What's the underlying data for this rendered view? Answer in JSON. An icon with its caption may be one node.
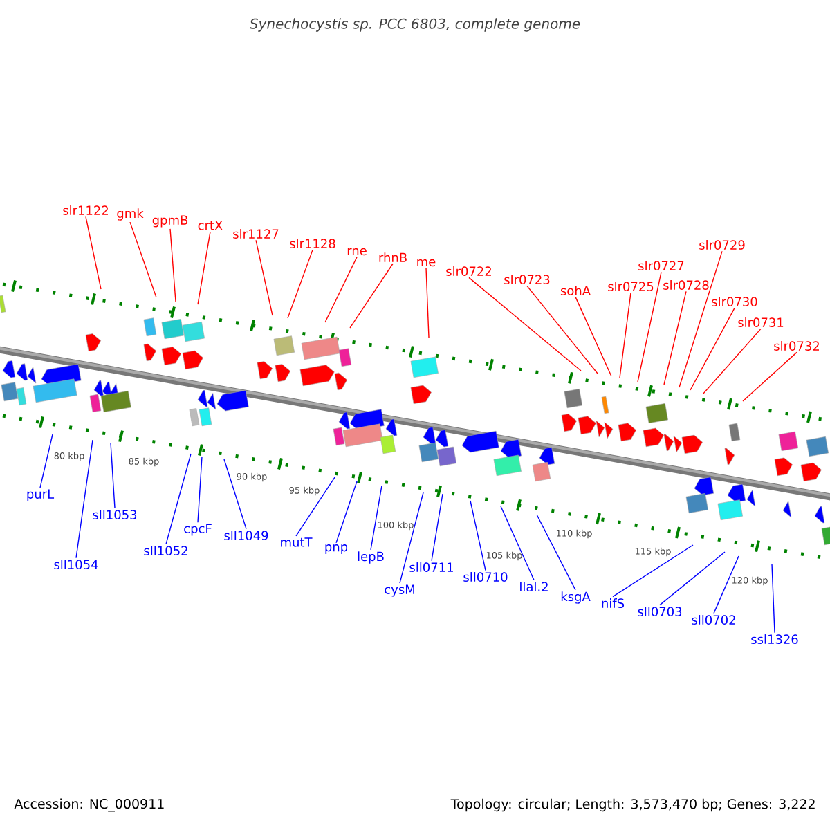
{
  "diagram": {
    "title": "Synechocystis sp. PCC 6803, complete genome",
    "nodes": [
      {
        "text": [
          "slr1122"
        ]
      },
      {
        "text": [
          "gmk"
        ]
      },
      {
        "text": [
          "gpmB"
        ]
      },
      {
        "text": [
          "crtX"
        ]
      },
      {
        "text": [
          "slr1127"
        ]
      },
      {
        "text": [
          "slr1128"
        ]
      },
      {
        "text": [
          "rne"
        ]
      },
      {
        "text": [
          "rhnB"
        ]
      },
      {
        "text": [
          "me"
        ]
      },
      {
        "text": [
          "slr0722"
        ]
      },
      {
        "text": [
          "slr0723"
        ]
      },
      {
        "text": [
          "sohA"
        ]
      },
      {
        "text": [
          "slr0725"
        ]
      },
      {
        "text": [
          "slr0727"
        ]
      },
      {
        "text": [
          "slr0728"
        ]
      },
      {
        "text": [
          "slr0729"
        ]
      },
      {
        "text": [
          "slr0730"
        ]
      },
      {
        "text": [
          "slr0731"
        ]
      },
      {
        "text": [
          "slr0732"
        ]
      },
      {
        "text": [
          "purL"
        ]
      },
      {
        "text": [
          "sll1054"
        ]
      },
      {
        "text": [
          "sll1053"
        ]
      },
      {
        "text": [
          "sll1052"
        ]
      },
      {
        "text": [
          "cpcF"
        ]
      },
      {
        "text": [
          "sll1049"
        ]
      },
      {
        "text": [
          "mutT"
        ]
      },
      {
        "text": [
          "pnp"
        ]
      },
      {
        "text": [
          "lepB"
        ]
      },
      {
        "text": [
          "cysM"
        ]
      },
      {
        "text": [
          "sll0711"
        ]
      },
      {
        "text": [
          "sll0710"
        ]
      },
      {
        "text": [
          "llal.2"
        ]
      },
      {
        "text": [
          "ksgA"
        ]
      },
      {
        "text": [
          "nifS"
        ]
      },
      {
        "text": [
          "sll0703"
        ]
      },
      {
        "text": [
          "sll0702"
        ]
      },
      {
        "text": [
          "ssl1326"
        ]
      }
    ],
    "edges": [
      {
        "from": 0,
        "to": null,
        "arrow": "none",
        "color": "#ff0000"
      },
      {
        "from": 1,
        "to": null,
        "arrow": "none",
        "color": "#ff0000"
      },
      {
        "from": 2,
        "to": null,
        "arrow": "none",
        "color": "#ff0000"
      },
      {
        "from": 3,
        "to": null,
        "arrow": "none",
        "color": "#ff0000"
      },
      {
        "from": 4,
        "to": null,
        "arrow": "none",
        "color": "#ff0000"
      },
      {
        "from": 5,
        "to": null,
        "arrow": "none",
        "color": "#ff0000"
      },
      {
        "from": 6,
        "to": null,
        "arrow": "none",
        "color": "#ff0000"
      },
      {
        "from": 7,
        "to": null,
        "arrow": "none",
        "color": "#ff0000"
      },
      {
        "from": 8,
        "to": null,
        "arrow": "none",
        "color": "#ff0000"
      },
      {
        "from": 9,
        "to": null,
        "arrow": "none",
        "color": "#ff0000"
      },
      {
        "from": 10,
        "to": null,
        "arrow": "none",
        "color": "#ff0000"
      },
      {
        "from": 11,
        "to": null,
        "arrow": "none",
        "color": "#ff0000"
      },
      {
        "from": 12,
        "to": null,
        "arrow": "none",
        "color": "#ff0000"
      },
      {
        "from": 13,
        "to": null,
        "arrow": "none",
        "color": "#ff0000"
      },
      {
        "from": 14,
        "to": null,
        "arrow": "none",
        "color": "#ff0000"
      },
      {
        "from": 15,
        "to": null,
        "arrow": "none",
        "color": "#ff0000"
      },
      {
        "from": 16,
        "to": null,
        "arrow": "none",
        "color": "#ff0000"
      },
      {
        "from": 17,
        "to": null,
        "arrow": "none",
        "color": "#ff0000"
      },
      {
        "from": 18,
        "to": null,
        "arrow": "none",
        "color": "#ff0000"
      },
      {
        "from": 19,
        "to": null,
        "arrow": "none",
        "color": "#0000ff"
      },
      {
        "from": 20,
        "to": null,
        "arrow": "none",
        "color": "#0000ff"
      },
      {
        "from": 21,
        "to": null,
        "arrow": "none",
        "color": "#0000ff"
      },
      {
        "from": 22,
        "to": null,
        "arrow": "none",
        "color": "#0000ff"
      },
      {
        "from": 23,
        "to": null,
        "arrow": "none",
        "color": "#0000ff"
      },
      {
        "from": 24,
        "to": null,
        "arrow": "none",
        "color": "#0000ff"
      },
      {
        "from": 25,
        "to": null,
        "arrow": "none",
        "color": "#0000ff"
      },
      {
        "from": 26,
        "to": null,
        "arrow": "none",
        "color": "#0000ff"
      },
      {
        "from": 27,
        "to": null,
        "arrow": "none",
        "color": "#0000ff"
      },
      {
        "from": 28,
        "to": null,
        "arrow": "none",
        "color": "#0000ff"
      },
      {
        "from": 29,
        "to": null,
        "arrow": "none",
        "color": "#0000ff"
      },
      {
        "from": 30,
        "to": null,
        "arrow": "none",
        "color": "#0000ff"
      },
      {
        "from": 31,
        "to": null,
        "arrow": "none",
        "color": "#0000ff"
      },
      {
        "from": 32,
        "to": null,
        "arrow": "none",
        "color": "#0000ff"
      },
      {
        "from": 33,
        "to": null,
        "arrow": "none",
        "color": "#0000ff"
      },
      {
        "from": 34,
        "to": null,
        "arrow": "none",
        "color": "#0000ff"
      },
      {
        "from": 35,
        "to": null,
        "arrow": "none",
        "color": "#0000ff"
      },
      {
        "from": 36,
        "to": null,
        "arrow": "none",
        "color": "#0000ff"
      }
    ],
    "labels": [
      "80 kbp",
      "85 kbp",
      "90 kbp",
      "95 kbp",
      "100 kbp",
      "105 kbp",
      "110 kbp",
      "115 kbp",
      "120 kbp",
      "Accession: NC_000911",
      "Topology: circular; Length: 3,573,470 bp; Genes: 3,222"
    ]
  }
}
